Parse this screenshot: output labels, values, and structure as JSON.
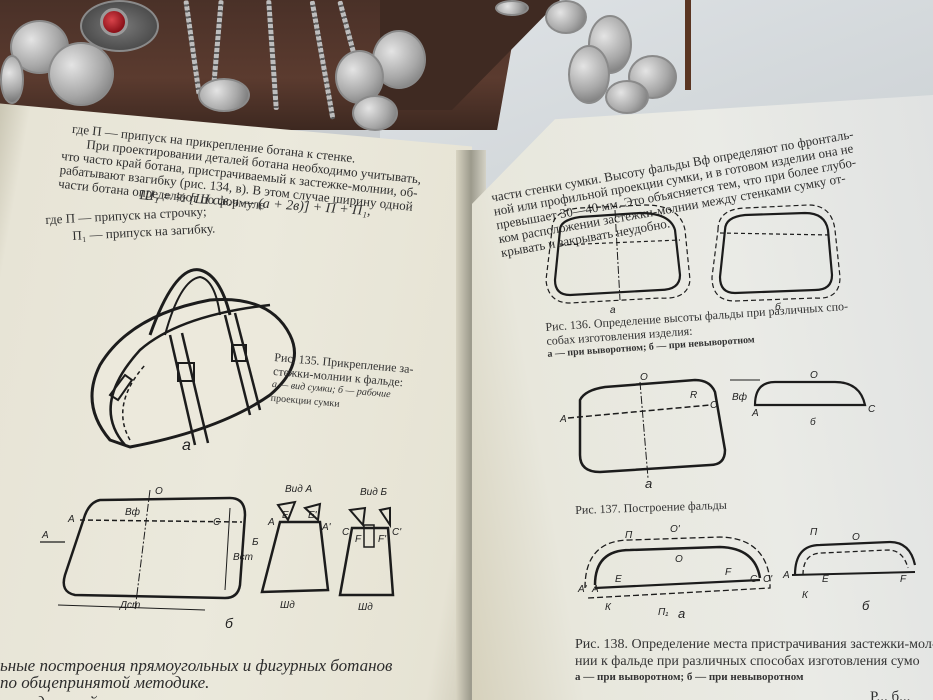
{
  "photo": {
    "subject": "Open Russian-language sewing textbook on bag construction, with silver coin jewelry on a brown leather surface in the background"
  },
  "left_page": {
    "lines": [
      "где П — припуск на прикрепление ботана к стенке.",
      "При проектировании деталей ботана необходимо учитывать,",
      "что часто край ботана, пристрачиваемый к застежке-молнии, об-",
      "рабатывают взагибку (рис. 134, в). В этом случае ширину одной",
      "части ботана определяют по формуле"
    ],
    "formula": "Ш₁ = ½ [Ш с.в.ч — (а + 2в)] + П + П₁,",
    "where_lines": [
      "где П — припуск на строчку;",
      "П₁ — припуск на загибку."
    ],
    "figure_135": {
      "caption_title": "Рис. 135. Прикрепление за-",
      "caption_title2": "стежки-молнии к фальде:",
      "caption_sub1": "а — вид сумки; б — рабочие",
      "caption_sub2": "проекции сумки",
      "label_a": "а",
      "label_b": "б",
      "labels": {
        "O": "О",
        "A": "А",
        "C": "С",
        "Bf": "Вф",
        "Bst": "Вст",
        "Dst": "Дст",
        "arrowA": "А",
        "arrowB": "Б",
        "vidA": "Вид А",
        "vidB": "Вид Б",
        "E": "Е",
        "E1": "Е'",
        "A1": "А'",
        "F": "F",
        "F1": "F'",
        "C1": "С'",
        "Shd": "Шд"
      }
    },
    "bottom_lines": [
      "ьные построения прямоугольных и фигурных ботанов",
      "по общепринятой методике.",
      "ение деталей сумок, закрывающихся на застежки-мол"
    ]
  },
  "right_page": {
    "lines": [
      "части стенки сумки. Высоту фальды Вф определяют по фронталь-",
      "ной или профильной проекции сумки, и в готовом изделии она не",
      "превышает 30—40 мм. Это объясняется тем, что при более глубо-",
      "ком расположении застежки-молнии между стенками сумку от-",
      "крывать и закрывать неудобно."
    ],
    "figure_136": {
      "caption_title": "Рис. 136. Определение высоты фальды при различных спо-",
      "caption_title2": "собах изготовления изделия:",
      "caption_sub": "а — при выворотном; б — при невыворотном",
      "label_a": "а",
      "label_b": "б"
    },
    "figure_137": {
      "caption": "Рис. 137. Построение фальды",
      "label_a": "а",
      "label_b": "б",
      "labels": {
        "O": "О",
        "A": "А",
        "C": "С",
        "R": "R",
        "Bf": "Вф"
      }
    },
    "figure_138": {
      "caption_title": "Рис. 138. Определение места пристрачивания застежки-мол-",
      "caption_title2": "нии к фальде при различных способах изготовления сумо",
      "caption_sub": "а — при выворотном; б — при невыворотном",
      "label_a": "а",
      "label_b": "б",
      "labels": {
        "P": "П",
        "P1": "П₁",
        "O": "О",
        "O1": "О'",
        "A": "А",
        "A1": "А'",
        "E": "Е",
        "F": "F",
        "C": "С",
        "C1": "С'",
        "K": "К"
      }
    },
    "bottom_fragment": "Р... б..."
  }
}
